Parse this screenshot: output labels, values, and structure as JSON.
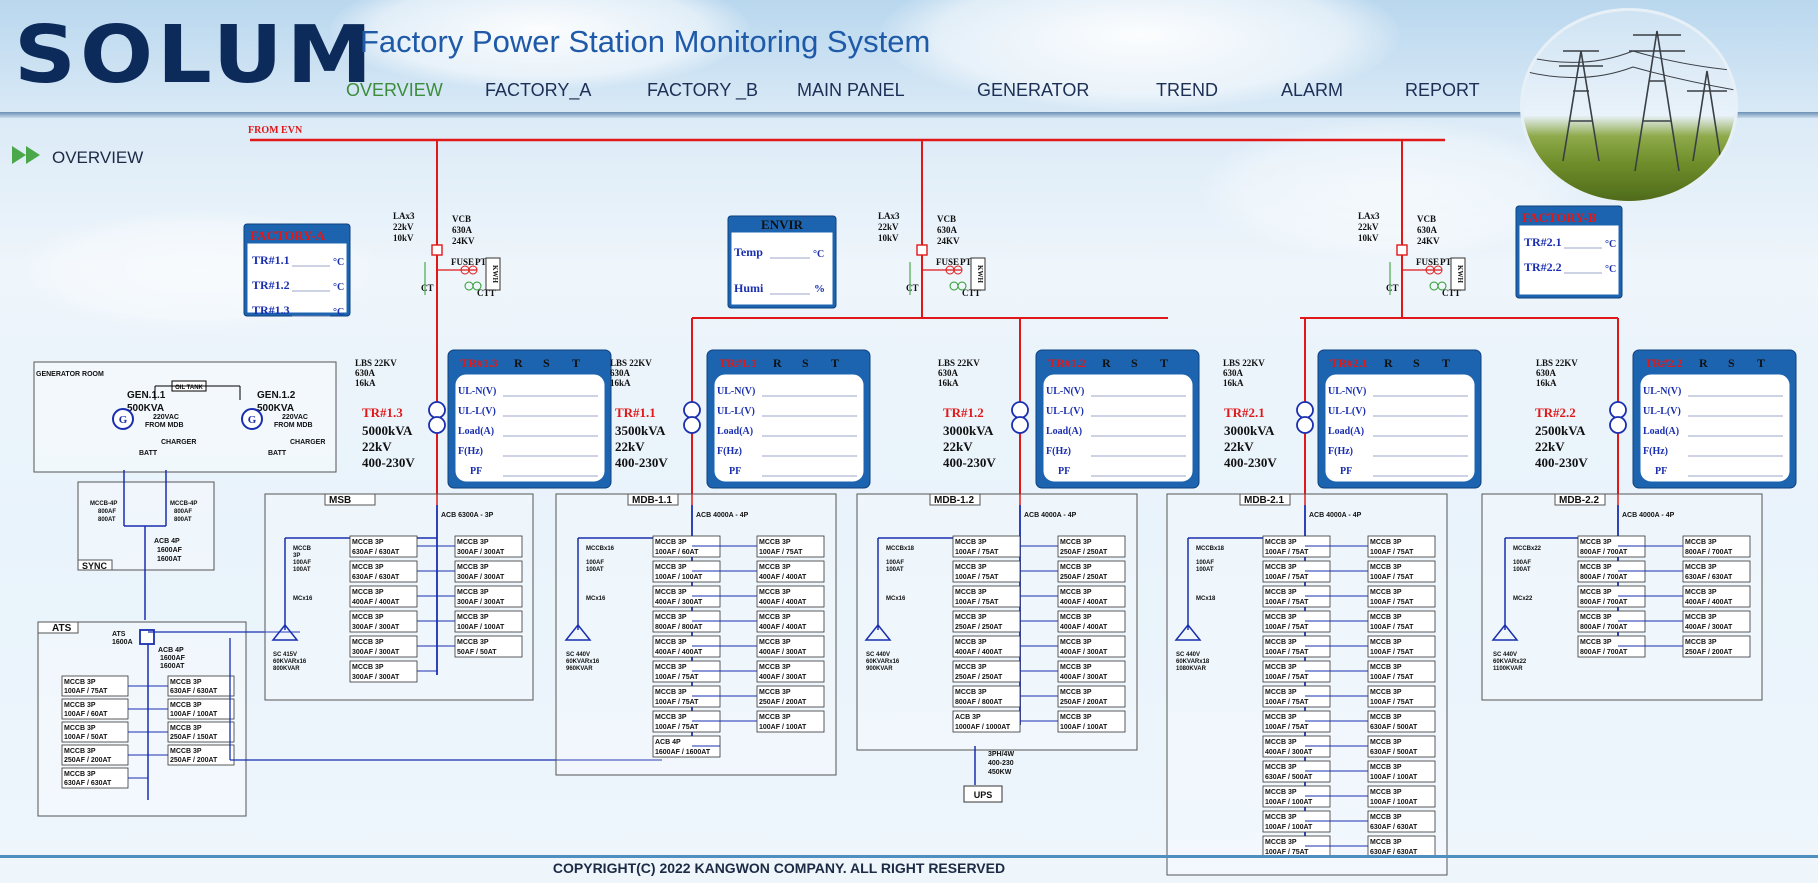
{
  "app": {
    "logo": "SOLUM",
    "title": "Factory Power Station Monitoring System"
  },
  "nav": {
    "items": [
      {
        "label": "OVERVIEW",
        "active": true
      },
      {
        "label": "FACTORY_A"
      },
      {
        "label": "FACTORY _B"
      },
      {
        "label": "MAIN PANEL"
      },
      {
        "label": "GENERATOR"
      },
      {
        "label": "TREND"
      },
      {
        "label": "ALARM"
      },
      {
        "label": "REPORT"
      }
    ]
  },
  "page": {
    "heading": "OVERVIEW",
    "from_evn": "FROM EVN"
  },
  "hv": {
    "lax3": "LAx3",
    "lax3_v": "22kV",
    "lax3_v2": "10kV",
    "vcb": "VCB",
    "vcb_a": "630A",
    "vcb_v": "24KV",
    "fuse": "FUSE",
    "ptt": "PTT",
    "ct": "CT",
    "ctt": "CTT",
    "kwh": "KWH",
    "lbs": "LBS 22KV",
    "lbs_a": "630A",
    "lbs_ka": "16kA"
  },
  "factory_a": {
    "title": "FACTORY-A",
    "rows": [
      {
        "label": "TR#1.1",
        "unit": "°C"
      },
      {
        "label": "TR#1.2",
        "unit": "°C"
      },
      {
        "label": "TR#1.3",
        "unit": "°C"
      }
    ]
  },
  "factory_b": {
    "title": "FACTORY-B",
    "rows": [
      {
        "label": "TR#2.1",
        "unit": "°C"
      },
      {
        "label": "TR#2.2",
        "unit": "°C"
      }
    ]
  },
  "envir": {
    "title": "ENVIR",
    "temp_label": "Temp",
    "temp_unit": "°C",
    "humi_label": "Humi",
    "humi_unit": "%"
  },
  "meter_cols": {
    "r": "R",
    "s": "S",
    "t": "T"
  },
  "meter_rows": [
    "UL-N(V)",
    "UL-L(V)",
    "Load(A)",
    "F(Hz)",
    "PF"
  ],
  "transformers": [
    {
      "name": "TR#1.3",
      "kva": "5000kVA",
      "v1": "22kV",
      "v2": "400-230V"
    },
    {
      "name": "TR#1.1",
      "kva": "3500kVA",
      "v1": "22kV",
      "v2": "400-230V"
    },
    {
      "name": "TR#1.2",
      "kva": "3000kVA",
      "v1": "22kV",
      "v2": "400-230V"
    },
    {
      "name": "TR#2.1",
      "kva": "3000kVA",
      "v1": "22kV",
      "v2": "400-230V"
    },
    {
      "name": "TR#2.2",
      "kva": "2500kVA",
      "v1": "22kV",
      "v2": "400-230V"
    }
  ],
  "generator_room": {
    "title": "GENERATOR ROOM",
    "gen1": "GEN.1.1",
    "gen1_kva": "500KVA",
    "gen2": "GEN.1.2",
    "gen2_kva": "500KVA",
    "oil_tank": "OIL TANK",
    "vac": "220VAC",
    "from_mdb": "FROM MDB",
    "charger": "CHARGER",
    "batt": "BATT"
  },
  "sync": {
    "title": "SYNC",
    "mccb1": "MCCB-4P",
    "mccb1_af": "800AF",
    "mccb1_at": "800AT",
    "acb": "ACB 4P",
    "acb_af": "1600AF",
    "acb_at": "1600AT"
  },
  "ats": {
    "title": "ATS",
    "ats_label": "ATS",
    "ats_a": "1600A",
    "acb": "ACB 4P",
    "acb_af": "1600AF",
    "acb_at": "1600AT",
    "left": [
      [
        "MCCB 3P",
        "100AF / 75AT"
      ],
      [
        "MCCB 3P",
        "100AF / 60AT"
      ],
      [
        "MCCB 3P",
        "100AF / 50AT"
      ],
      [
        "MCCB 3P",
        "250AF / 200AT"
      ],
      [
        "MCCB 3P",
        "630AF / 630AT"
      ]
    ],
    "right": [
      [
        "MCCB 3P",
        "630AF / 630AT"
      ],
      [
        "MCCB 3P",
        "100AF / 100AT"
      ],
      [
        "MCCB 3P",
        "250AF / 150AT"
      ],
      [
        "MCCB 3P",
        "250AF / 200AT"
      ]
    ]
  },
  "panels": [
    {
      "title": "MSB",
      "acb": "ACB 6300A - 3P",
      "cap_mccb": "MCCB",
      "cap_mccb2": "3P",
      "cap_af": "100AF",
      "cap_at": "100AT",
      "cap_mc": "MCx16",
      "cap1": "SC 415V",
      "cap2": "60KVARx16",
      "cap3": "800KVAR",
      "left": [
        [
          "MCCB 3P",
          "630AF / 630AT"
        ],
        [
          "MCCB 3P",
          "630AF / 630AT"
        ],
        [
          "MCCB 3P",
          "400AF / 400AT"
        ],
        [
          "MCCB 3P",
          "300AF / 300AT"
        ],
        [
          "MCCB 3P",
          "300AF / 300AT"
        ],
        [
          "MCCB 3P",
          "300AF / 300AT"
        ]
      ],
      "right": [
        [
          "MCCB 3P",
          "300AF / 300AT"
        ],
        [
          "MCCB 3P",
          "300AF / 300AT"
        ],
        [
          "MCCB 3P",
          "300AF / 300AT"
        ],
        [
          "MCCB 3P",
          "100AF / 100AT"
        ],
        [
          "MCCB 3P",
          "50AF / 50AT"
        ]
      ]
    },
    {
      "title": "MDB-1.1",
      "acb": "ACB 4000A - 4P",
      "cap_mccb": "MCCBx16",
      "cap_mccb2": "",
      "cap_af": "100AF",
      "cap_at": "100AT",
      "cap_mc": "MCx16",
      "cap1": "SC 440V",
      "cap2": "60KVARx16",
      "cap3": "960KVAR",
      "left": [
        [
          "MCCB 3P",
          "100AF / 60AT"
        ],
        [
          "MCCB 3P",
          "100AF / 100AT"
        ],
        [
          "MCCB 3P",
          "400AF / 300AT"
        ],
        [
          "MCCB 3P",
          "800AF / 800AT"
        ],
        [
          "MCCB 3P",
          "400AF / 400AT"
        ],
        [
          "MCCB 3P",
          "100AF / 75AT"
        ],
        [
          "MCCB 3P",
          "100AF / 75AT"
        ],
        [
          "MCCB 3P",
          "100AF / 75AT"
        ],
        [
          "ACB 4P",
          "1600AF / 1600AT"
        ]
      ],
      "right": [
        [
          "MCCB 3P",
          "100AF / 75AT"
        ],
        [
          "MCCB 3P",
          "400AF / 400AT"
        ],
        [
          "MCCB 3P",
          "400AF / 400AT"
        ],
        [
          "MCCB 3P",
          "400AF / 400AT"
        ],
        [
          "MCCB 3P",
          "400AF / 300AT"
        ],
        [
          "MCCB 3P",
          "400AF / 300AT"
        ],
        [
          "MCCB 3P",
          "250AF / 200AT"
        ],
        [
          "MCCB 3P",
          "100AF / 100AT"
        ]
      ]
    },
    {
      "title": "MDB-1.2",
      "acb": "ACB 4000A - 4P",
      "cap_mccb": "MCCBx18",
      "cap_mccb2": "",
      "cap_af": "100AF",
      "cap_at": "100AT",
      "cap_mc": "MCx16",
      "cap1": "SC 440V",
      "cap2": "60KVARx16",
      "cap3": "900KVAR",
      "left": [
        [
          "MCCB 3P",
          "100AF / 75AT"
        ],
        [
          "MCCB 3P",
          "100AF / 75AT"
        ],
        [
          "MCCB 3P",
          "100AF / 75AT"
        ],
        [
          "MCCB 3P",
          "250AF / 250AT"
        ],
        [
          "MCCB 3P",
          "400AF / 400AT"
        ],
        [
          "MCCB 3P",
          "250AF / 250AT"
        ],
        [
          "MCCB 3P",
          "800AF / 800AT"
        ],
        [
          "ACB 3P",
          "1000AF / 1000AT"
        ]
      ],
      "right": [
        [
          "MCCB 3P",
          "250AF / 250AT"
        ],
        [
          "MCCB 3P",
          "250AF / 250AT"
        ],
        [
          "MCCB 3P",
          "400AF / 400AT"
        ],
        [
          "MCCB 3P",
          "400AF / 400AT"
        ],
        [
          "MCCB 3P",
          "400AF / 300AT"
        ],
        [
          "MCCB 3P",
          "400AF / 300AT"
        ],
        [
          "MCCB 3P",
          "250AF / 200AT"
        ],
        [
          "MCCB 3P",
          "100AF / 100AT"
        ]
      ],
      "ups": "UPS",
      "ups1": "3PH/4W",
      "ups2": "400-230",
      "ups3": "450KW"
    },
    {
      "title": "MDB-2.1",
      "acb": "ACB 4000A - 4P",
      "cap_mccb": "MCCBx18",
      "cap_mccb2": "",
      "cap_af": "100AF",
      "cap_at": "100AT",
      "cap_mc": "MCx18",
      "cap1": "SC 440V",
      "cap2": "60KVARx18",
      "cap3": "1080KVAR",
      "left": [
        [
          "MCCB 3P",
          "100AF / 75AT"
        ],
        [
          "MCCB 3P",
          "100AF / 75AT"
        ],
        [
          "MCCB 3P",
          "100AF / 75AT"
        ],
        [
          "MCCB 3P",
          "100AF / 75AT"
        ],
        [
          "MCCB 3P",
          "100AF / 75AT"
        ],
        [
          "MCCB 3P",
          "100AF / 75AT"
        ],
        [
          "MCCB 3P",
          "100AF / 75AT"
        ],
        [
          "MCCB 3P",
          "100AF / 75AT"
        ],
        [
          "MCCB 3P",
          "400AF / 300AT"
        ],
        [
          "MCCB 3P",
          "630AF / 500AT"
        ],
        [
          "MCCB 3P",
          "100AF / 100AT"
        ],
        [
          "MCCB 3P",
          "100AF / 100AT"
        ],
        [
          "MCCB 3P",
          "100AF / 75AT"
        ]
      ],
      "right": [
        [
          "MCCB 3P",
          "100AF / 75AT"
        ],
        [
          "MCCB 3P",
          "100AF / 75AT"
        ],
        [
          "MCCB 3P",
          "100AF / 75AT"
        ],
        [
          "MCCB 3P",
          "100AF / 75AT"
        ],
        [
          "MCCB 3P",
          "100AF / 75AT"
        ],
        [
          "MCCB 3P",
          "100AF / 75AT"
        ],
        [
          "MCCB 3P",
          "100AF / 75AT"
        ],
        [
          "MCCB 3P",
          "630AF / 500AT"
        ],
        [
          "MCCB 3P",
          "630AF / 500AT"
        ],
        [
          "MCCB 3P",
          "100AF / 100AT"
        ],
        [
          "MCCB 3P",
          "100AF / 100AT"
        ],
        [
          "MCCB 3P",
          "630AF / 630AT"
        ],
        [
          "MCCB 3P",
          "630AF / 630AT"
        ]
      ]
    },
    {
      "title": "MDB-2.2",
      "acb": "ACB 4000A - 4P",
      "cap_mccb": "MCCBx22",
      "cap_mccb2": "",
      "cap_af": "100AF",
      "cap_at": "100AT",
      "cap_mc": "MCx22",
      "cap1": "SC 440V",
      "cap2": "60KVARx22",
      "cap3": "1100KVAR",
      "left": [
        [
          "MCCB 3P",
          "800AF / 700AT"
        ],
        [
          "MCCB 3P",
          "800AF / 700AT"
        ],
        [
          "MCCB 3P",
          "800AF / 700AT"
        ],
        [
          "MCCB 3P",
          "800AF / 700AT"
        ],
        [
          "MCCB 3P",
          "800AF / 700AT"
        ]
      ],
      "right": [
        [
          "MCCB 3P",
          "800AF / 700AT"
        ],
        [
          "MCCB 3P",
          "630AF / 630AT"
        ],
        [
          "MCCB 3P",
          "400AF / 400AT"
        ],
        [
          "MCCB 3P",
          "400AF / 300AT"
        ],
        [
          "MCCB 3P",
          "250AF / 200AT"
        ]
      ]
    }
  ],
  "footer": {
    "copyright": "COPYRIGHT(C) 2022 KANGWON COMPANY. ALL RIGHT RESERVED"
  }
}
